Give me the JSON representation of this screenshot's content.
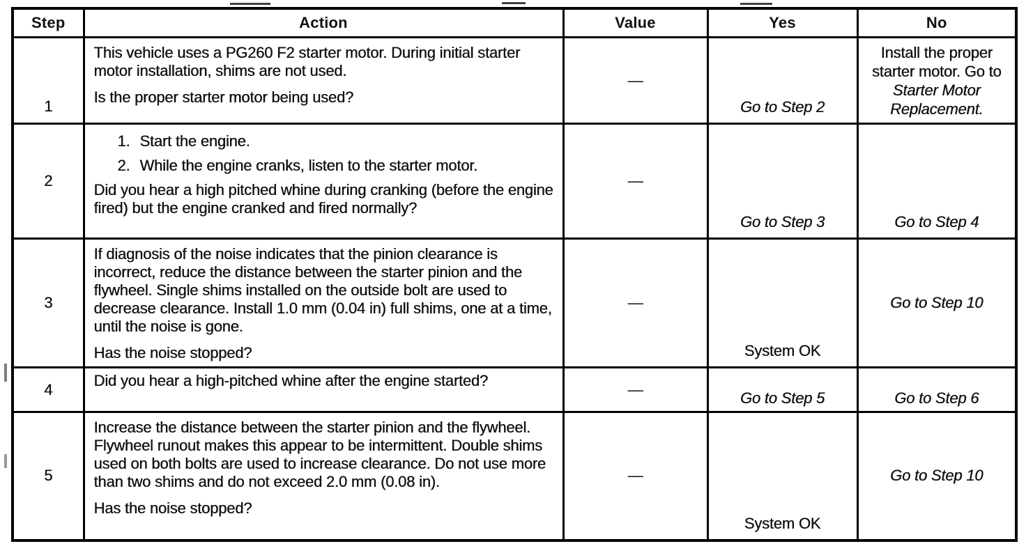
{
  "headers": {
    "step": "Step",
    "action": "Action",
    "value": "Value",
    "yes": "Yes",
    "no": "No"
  },
  "rows": [
    {
      "step": "1",
      "action_p1": "This vehicle uses a PG260 F2 starter motor. During initial starter motor installation, shims are not used.",
      "question": "Is the proper starter motor being used?",
      "value": "—",
      "yes": "Go to Step 2",
      "no_text": "Install the proper starter motor. Go to ",
      "no_italic": "Starter Motor Replacement."
    },
    {
      "step": "2",
      "list": [
        {
          "num": "1.",
          "text": "Start the engine."
        },
        {
          "num": "2.",
          "text": "While the engine cranks, listen to the starter motor."
        }
      ],
      "question": "Did you hear a high pitched whine during cranking (before the engine fired) but the engine cranked and fired normally?",
      "value": "—",
      "yes": "Go to Step 3",
      "no": "Go to Step 4"
    },
    {
      "step": "3",
      "action_p1": "If diagnosis of the noise indicates that the pinion clearance is incorrect, reduce the distance between the starter pinion and the flywheel. Single shims installed on the outside bolt are used to decrease clearance. Install 1.0 mm (0.04 in) full shims, one at a time, until the noise is gone.",
      "question": "Has the noise stopped?",
      "value": "—",
      "yes": "System OK",
      "no": "Go to Step 10"
    },
    {
      "step": "4",
      "action_p1": "Did you hear a high-pitched whine after the engine started?",
      "value": "—",
      "yes": "Go to Step 5",
      "no": "Go to Step 6"
    },
    {
      "step": "5",
      "action_p1": "Increase the distance between the starter pinion and the flywheel. Flywheel runout makes this appear to be intermittent. Double shims used on both bolts are used to increase clearance. Do not use more than two shims and do not exceed 2.0 mm (0.08 in).",
      "question": "Has the noise stopped?",
      "value": "—",
      "yes": "System OK",
      "no": "Go to Step 10"
    }
  ]
}
